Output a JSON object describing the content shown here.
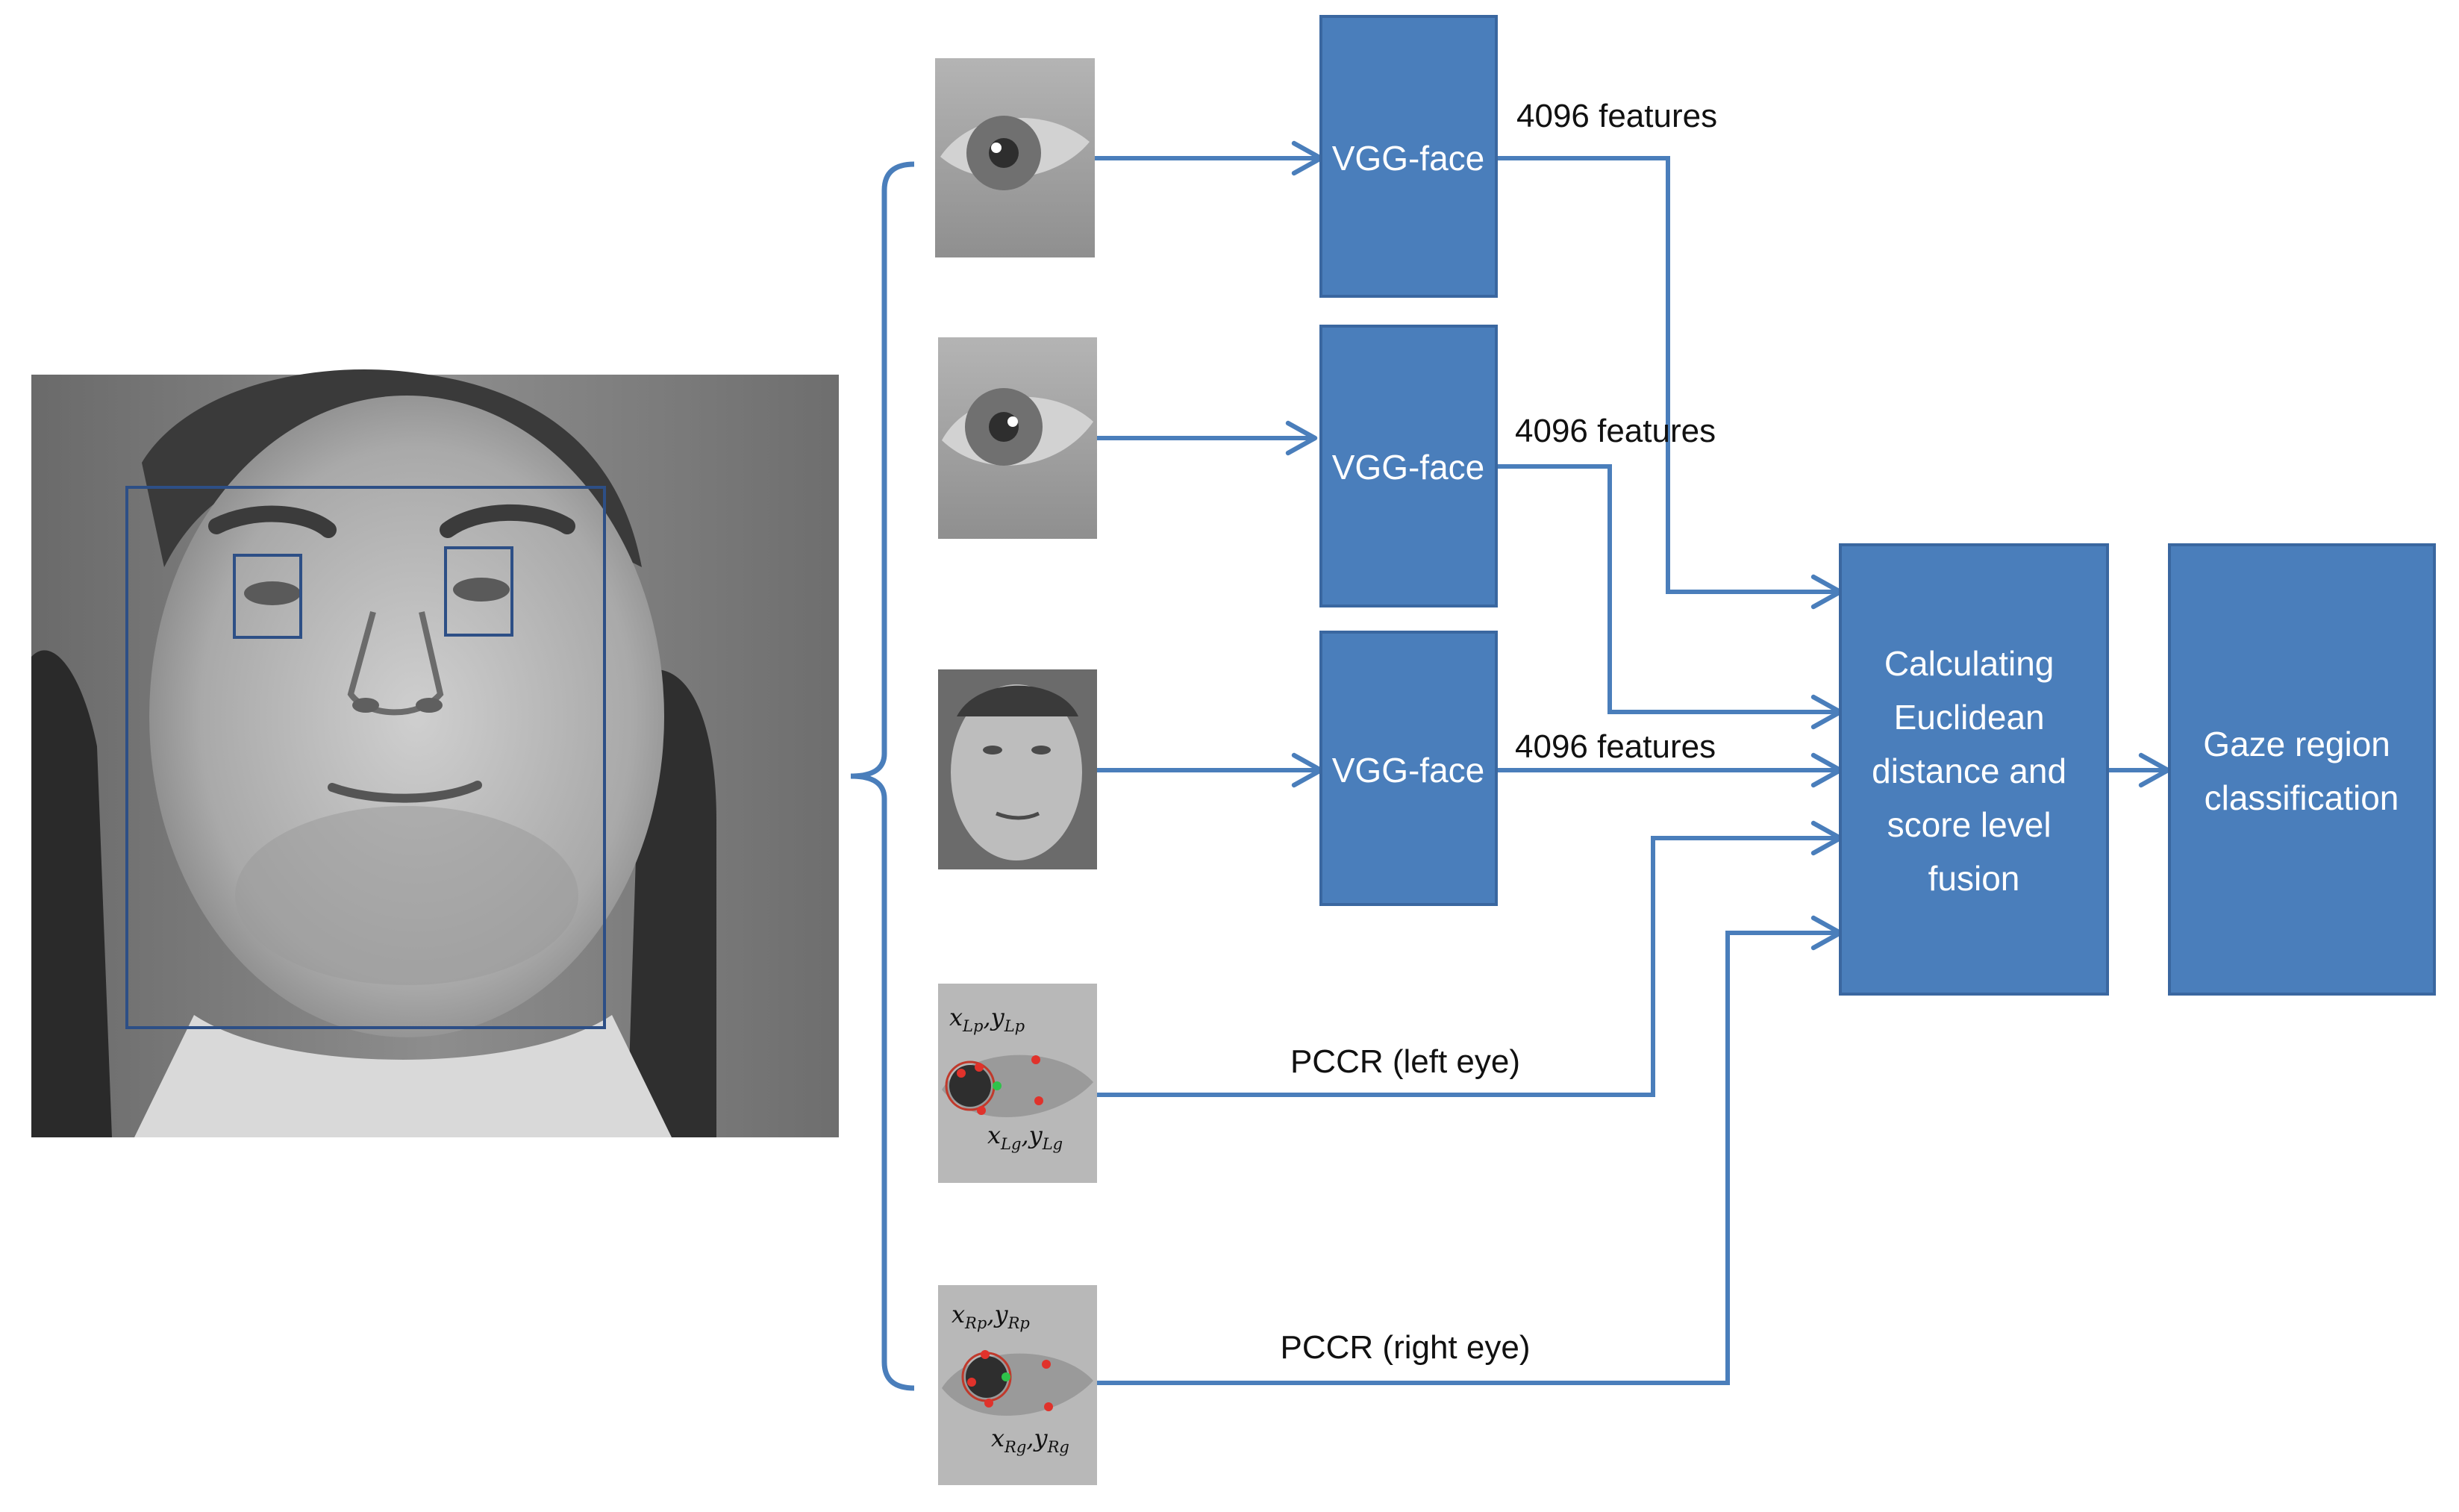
{
  "colors": {
    "block_fill": "#4a7ebb",
    "block_stroke": "#3a67a0",
    "arrow": "#4a7ebb",
    "photo_frame": "#2d4f86",
    "label_text": "#111111",
    "block_text": "#ffffff",
    "marker_red": "#e0322b",
    "marker_green": "#2fc24a"
  },
  "icons": {
    "face_photo": "face-photo",
    "eye_crop": "eye-crop-image",
    "face_crop": "face-crop-image",
    "pccr_eye": "pccr-eye-image"
  },
  "blocks": {
    "vgg_1": "VGG-face",
    "vgg_2": "VGG-face",
    "vgg_3": "VGG-face",
    "fusion_lines": [
      "Calculating",
      "Euclidean",
      "distance and",
      "score level",
      "fusion"
    ],
    "gaze_lines": [
      "Gaze region",
      "classification"
    ]
  },
  "edge_labels": {
    "features_1": "4096 features",
    "features_2": "4096 features",
    "features_3": "4096 features",
    "pccr_left": "PCCR (left eye)",
    "pccr_right": "PCCR (right eye)"
  },
  "pccr_left": {
    "pupil_x": "x",
    "pupil_x_sub": "Lp",
    "pupil_y": "y",
    "pupil_y_sub": "Lp",
    "glint_x": "x",
    "glint_x_sub": "Lg",
    "glint_y": "y",
    "glint_y_sub": "Lg"
  },
  "pccr_right": {
    "pupil_x": "x",
    "pupil_x_sub": "Rp",
    "pupil_y": "y",
    "pupil_y_sub": "Rp",
    "glint_x": "x",
    "glint_x_sub": "Rg",
    "glint_y": "y",
    "glint_y_sub": "Rg"
  }
}
